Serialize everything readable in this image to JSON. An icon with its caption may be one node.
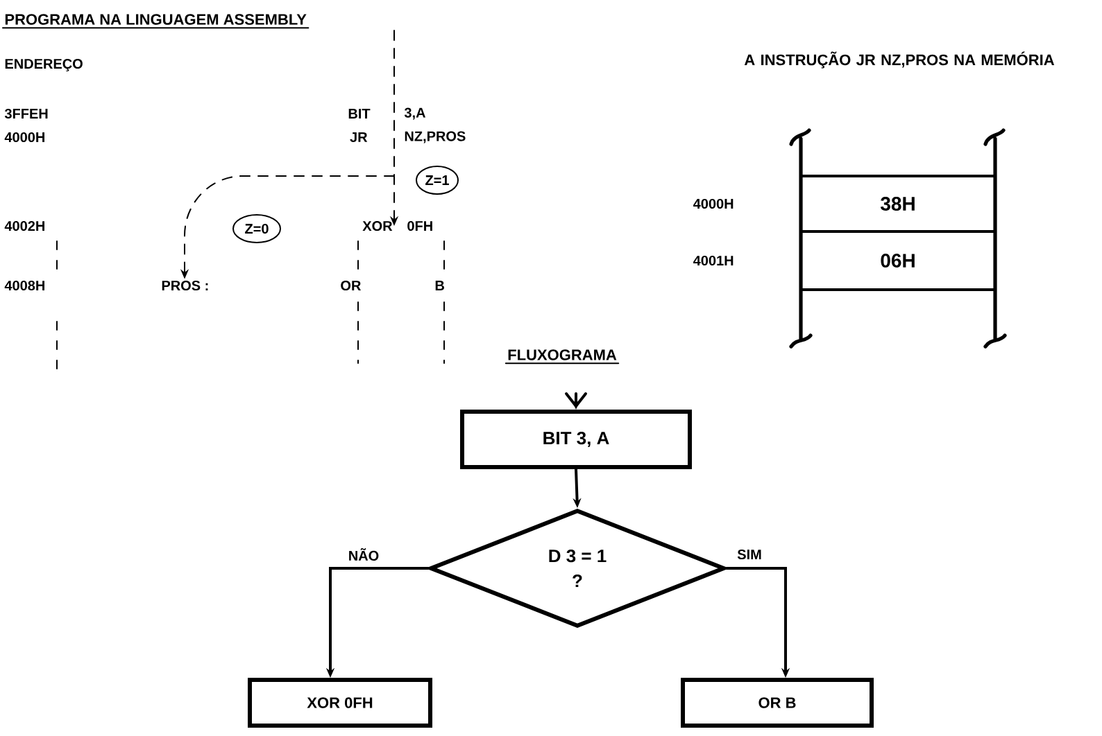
{
  "diagram": {
    "nodes": [
      {
        "text": [
          "BIT 3, A"
        ]
      },
      {
        "text": [
          "D 3 = 1",
          "?"
        ]
      },
      {
        "text": [
          "XOR 0FH"
        ]
      },
      {
        "text": [
          "OR B"
        ]
      },
      {
        "text": [
          "38H"
        ]
      },
      {
        "text": [
          "06H"
        ]
      },
      {
        "text": [
          "Z=1"
        ]
      },
      {
        "text": [
          "Z=0"
        ]
      },
      {
        "text": [
          "XOR"
        ]
      },
      {
        "text": [
          "PROS :"
        ]
      }
    ],
    "edges": [
      {
        "from": null,
        "to": 0,
        "arrow": "to"
      },
      {
        "from": 0,
        "to": 1,
        "arrow": "to"
      },
      {
        "from": 1,
        "to": 2,
        "arrow": "to",
        "label": "NÃO"
      },
      {
        "from": 1,
        "to": 3,
        "arrow": "to",
        "label": "SIM"
      },
      {
        "from": null,
        "to": 8,
        "arrow": "to",
        "style": "dashed"
      },
      {
        "from": null,
        "to": 9,
        "arrow": "to",
        "style": "dashed"
      }
    ],
    "labels": [
      "PROGRAMA NA LINGUAGEM ASSEMBLY",
      "ENDEREÇO",
      "3FFEH",
      "BIT",
      "3,A",
      "4000H",
      "JR",
      "NZ,PROS",
      "4002H",
      "0FH",
      "4008H",
      "OR",
      "B",
      "A INSTRUÇÃO JR NZ,PROS NA MEMÓRIA",
      "4000H",
      "4001H",
      "FLUXOGRAMA"
    ]
  }
}
